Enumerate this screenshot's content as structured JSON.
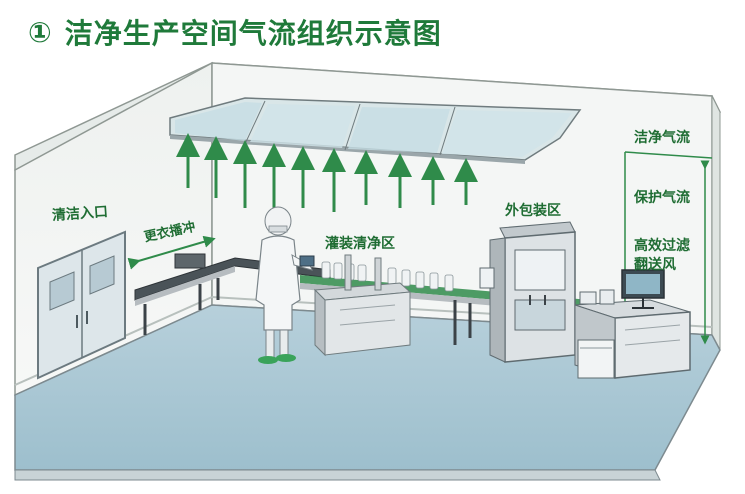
{
  "title": {
    "number": "①",
    "text": "洁净生产空间气流组织示意图"
  },
  "labels": {
    "entrance": "清洁入口",
    "changing_buffer": "更衣播冲",
    "filling_zone": "灌装清净区",
    "packaging_zone": "外包装区",
    "clean_airflow": "洁净气流",
    "protect_airflow": "保护气流",
    "hepa_line1": "高效过滤",
    "hepa_line2": "翻送风"
  },
  "colors": {
    "accent_green": "#1f7a3a",
    "arrow_green": "#2f8b4a",
    "floor_blue": "#a9c7d4",
    "wall_light": "#f3f5f4",
    "steel": "#c9ced2"
  },
  "icons": [
    "airflow-up-arrow-icon",
    "door-icon",
    "hepa-filter-icon",
    "monitor-icon"
  ]
}
